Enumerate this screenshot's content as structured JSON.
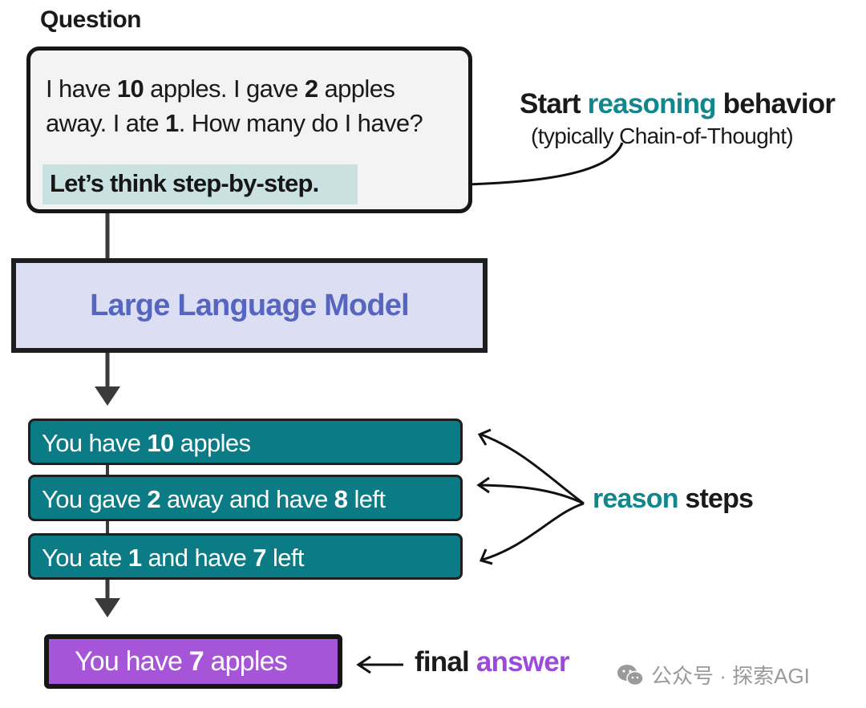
{
  "question": {
    "heading": "Question",
    "line1": {
      "t1": "I have ",
      "b1": "10",
      "t2": " apples. I gave ",
      "b2": "2",
      "t3": " apples"
    },
    "line2": {
      "t1": "away. I ate ",
      "b1": "1",
      "t2": ". How many do I have?"
    },
    "prompt": "Let’s think step-by-step."
  },
  "model": {
    "label": "Large Language Model"
  },
  "start_annotation": {
    "pre": "Start ",
    "highlight": "reasoning",
    "post": " behavior",
    "sub": "(typically Chain-of-Thought)"
  },
  "steps": [
    {
      "t1": "You have ",
      "b1": "10",
      "t2": " apples",
      "b2": "",
      "t3": ""
    },
    {
      "t1": "You gave ",
      "b1": "2",
      "t2": " away and have ",
      "b2": "8",
      "t3": " left"
    },
    {
      "t1": "You ate ",
      "b1": "1",
      "t2": " and have ",
      "b2": "7",
      "t3": " left"
    }
  ],
  "reason_annotation": {
    "highlight": "reason",
    "post": " steps"
  },
  "answer": {
    "t1": "You have ",
    "b1": "7",
    "t2": " apples"
  },
  "final_annotation": {
    "pre": "final ",
    "highlight": "answer"
  },
  "watermark": {
    "icon": "wechat-icon",
    "text": "公众号 · 探索AGI"
  },
  "colors": {
    "teal": "#0b7b86",
    "purple": "#a655d9",
    "llm_fill": "#dcdff3",
    "llm_text": "#5565c0",
    "prompt_highlight": "#c9e1e1"
  }
}
